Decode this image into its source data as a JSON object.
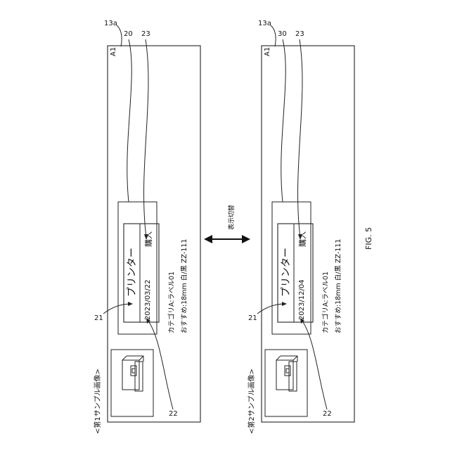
{
  "figure_label": "FIG. 5",
  "switch_label": "表示切替",
  "panels": [
    {
      "caption": "<第1サンプル画像>",
      "area_label": "A1",
      "screen_ref": "13a",
      "image_ref": "20",
      "button_ref": "23",
      "name_ref": "21",
      "date_ref": "22",
      "product_name": "プリンター",
      "date": "2023/03/22",
      "buy_button": "購入",
      "category_line": "カテゴリA:ラベル01",
      "recommend_line": "おすすめ:18mm 白/黒  ZZ-111"
    },
    {
      "caption": "<第2サンプル画像>",
      "area_label": "A1",
      "screen_ref": "13a",
      "image_ref": "30",
      "button_ref": "23",
      "name_ref": "21",
      "date_ref": "22",
      "product_name": "プリンター",
      "date": "2023/12/04",
      "buy_button": "購入",
      "category_line": "カテゴリA:ラベル01",
      "recommend_line": "おすすめ:18mm 白/黒  ZZ-111"
    }
  ]
}
